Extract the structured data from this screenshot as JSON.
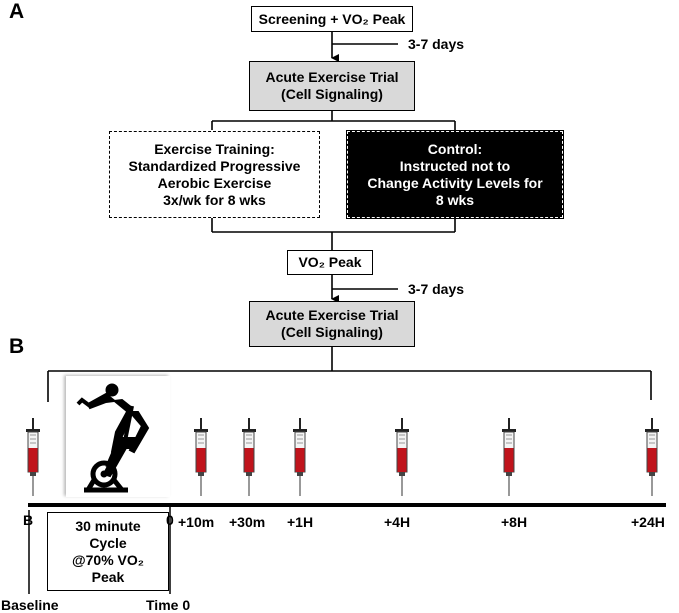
{
  "panels": {
    "a": "A",
    "b": "B"
  },
  "flow": {
    "screening": "Screening + VO₂ Peak",
    "gap1": "3-7 days",
    "acute1": "Acute Exercise Trial\n(Cell Signaling)",
    "training": "Exercise Training:\nStandardized Progressive\nAerobic Exercise\n3x/wk for 8 wks",
    "control": "Control:\nInstructed not to\nChange Activity Levels for\n8 wks",
    "vo2": "VO₂ Peak",
    "gap2": "3-7 days",
    "acute2": "Acute Exercise Trial\n(Cell Signaling)"
  },
  "timeline": {
    "start_marker": "B",
    "baseline": "Baseline",
    "cycle_box": "30 minute\nCycle\n@70% VO₂\nPeak",
    "time0_tick": "0",
    "time0": "Time 0",
    "timepoints": [
      "+10m",
      "+30m",
      "+1H",
      "+4H",
      "+8H",
      "+24H"
    ]
  },
  "icons": {
    "syringe": "syringe-icon",
    "cyclist": "cyclist-icon"
  },
  "colors": {
    "blood": "#c0141c",
    "gray_box": "#d9d9d9"
  }
}
